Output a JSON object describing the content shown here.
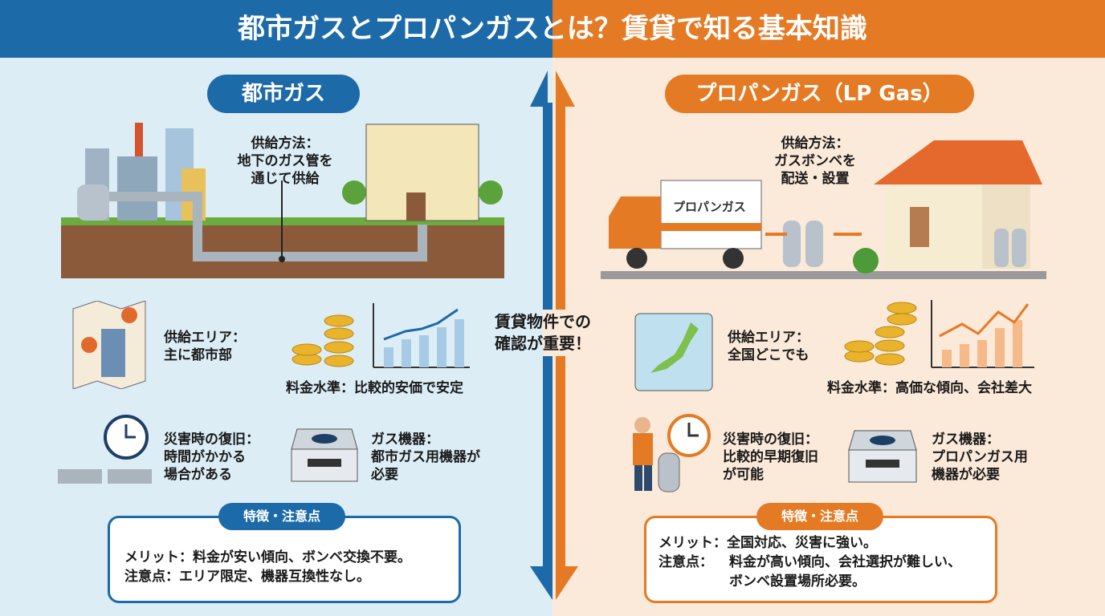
{
  "title": "都市ガスとプロパンガスとは？賃貸で知る基本知識",
  "center_note": [
    "賃貸物件での",
    "確認が重要！"
  ],
  "colors": {
    "city": "#1d6aa8",
    "propane": "#e57a24"
  },
  "city": {
    "heading": "都市ガス",
    "supply": [
      "供給方法：",
      "地下のガス管を",
      "通じて供給"
    ],
    "area": [
      "供給エリア：",
      "主に都市部"
    ],
    "price": "料金水準：比較的安価で安定",
    "disaster": [
      "災害時の復旧：",
      "時間がかかる",
      "場合がある"
    ],
    "appliance": [
      "ガス機器：",
      "都市ガス用機器が",
      "必要"
    ],
    "notes_tag": "特徴・注意点",
    "merit": "メリット：料金が安い傾向、ボンベ交換不要。",
    "caution": "注意点：エリア限定、機器互換性なし。"
  },
  "propane": {
    "heading": "プロパンガス（LP Gas）",
    "truck_label": "プロパンガス",
    "supply": [
      "供給方法：",
      "ガスボンベを",
      "配送・設置"
    ],
    "area": [
      "供給エリア：",
      "全国どこでも"
    ],
    "price": "料金水準：高価な傾向、会社差大",
    "disaster": [
      "災害時の復旧：",
      "比較的早期復旧",
      "が可能"
    ],
    "appliance": [
      "ガス機器：",
      "プロパンガス用",
      "機器が必要"
    ],
    "notes_tag": "特徴・注意点",
    "merit": "メリット：全国対応、災害に強い。",
    "caution_label": "注意点：",
    "caution": [
      "料金が高い傾向、会社選択が難しい、",
      "ボンベ設置場所必要。"
    ]
  }
}
